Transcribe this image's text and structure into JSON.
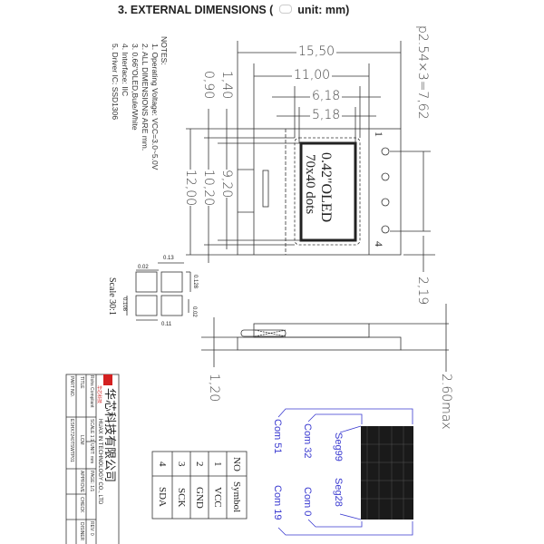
{
  "title": "3. EXTERNAL DIMENSIONS (",
  "title_unit": "unit: mm)",
  "notes": {
    "heading": "NOTES:",
    "items": [
      "1. Operating Voltage: VCC=3.0~5.0V",
      "2. ALL DIMENSIONS ARE mm.",
      "3. 0.66\"OLED,Bule/White",
      "4. Interface: IIC",
      "5. Driver IC: SSD1306"
    ]
  },
  "dims": {
    "w_total": "15,50",
    "w_glass": "11,00",
    "w_view": "6,18",
    "w_active": "5,18",
    "h_140": "1,40",
    "h_090": "0,90",
    "h_920": "9,20",
    "h_1020": "10,20",
    "h_1200": "12,00",
    "pitch": "p2.54×3=7,62",
    "d_219": "2,19",
    "t_120": "1,20",
    "t_max": "2.60max"
  },
  "display": {
    "line1": "0.42\"OLED",
    "line2": "70x40 dots",
    "pin_first": "1",
    "pin_last": "4"
  },
  "pixel_detail": {
    "scale": "Scale 30:1",
    "d013": "0.13",
    "d002a": "0.02",
    "d0128": "0.128",
    "d002b": "0.02",
    "d0108": "0.108",
    "d011": "0.11"
  },
  "pin_table": {
    "headers": [
      "NO",
      "Symbol"
    ],
    "rows": [
      [
        "1",
        "VCC"
      ],
      [
        "2",
        "GND"
      ],
      [
        "3",
        "SCK"
      ],
      [
        "4",
        "SDA"
      ]
    ]
  },
  "mapping": {
    "com51": "Com 51",
    "com32": "Com 32",
    "seg99": "Seg99",
    "seg28": "Seg28",
    "com0": "Com 0",
    "com19": "Com 19"
  },
  "title_block": {
    "company_cn": "华芯科技有限公司",
    "company_en": "HUAX IN TECHNOLOGY CO., LTD",
    "logo_text": "华芯科技",
    "rohs": "Rohs Compliant",
    "scale": "SCALE 1:1",
    "unit": "UNIT: mm",
    "page": "PAGE: 1/1",
    "rev": "REV: 0",
    "title_label": "TITLE",
    "title_value": "LCM",
    "approve": "APPROVE",
    "check": "CHECK",
    "design": "DISINER",
    "part_label": "PART NO.",
    "part_value": "ESHX7240TSWTP01"
  },
  "colors": {
    "blue": "#3a3ad0",
    "red": "#d42020"
  }
}
